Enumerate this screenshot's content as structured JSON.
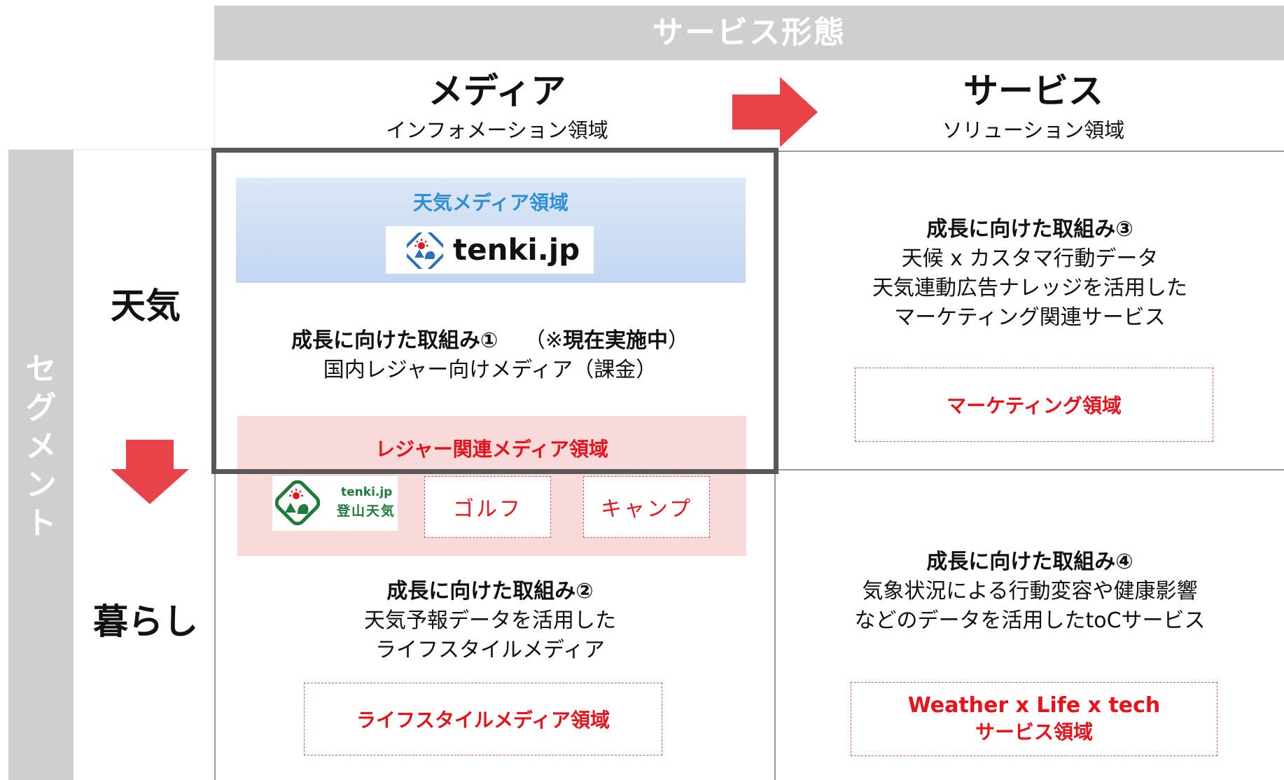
{
  "header": {
    "band_label": "サービス形態"
  },
  "segment": {
    "label_chars": [
      "セ",
      "グ",
      "メ",
      "ン",
      "ト"
    ]
  },
  "columns": {
    "media": {
      "title": "メディア",
      "subtitle": "インフォメーション領域"
    },
    "service": {
      "title": "サービス",
      "subtitle": "ソリューション領域"
    }
  },
  "rows": {
    "weather": "天気",
    "living": "暮らし"
  },
  "weather_media": {
    "label": "天気メディア領域",
    "logo_text": "tenki.jp"
  },
  "initiative1": {
    "title": "成長に向けた取組み①",
    "note_open": "（※",
    "note_bold": "現在実施中",
    "note_close": "）",
    "desc": "国内レジャー向けメディア（課金）"
  },
  "leisure_media": {
    "label": "レジャー関連メディア領域",
    "logo_line1": "tenki.jp",
    "logo_line2": "登山天気",
    "golf": "ゴルフ",
    "camp": "キャンプ"
  },
  "initiative2": {
    "title": "成長に向けた取組み②",
    "line1": "天気予報データを活用した",
    "line2": "ライフスタイルメディア",
    "box": "ライフスタイルメディア領域"
  },
  "initiative3": {
    "title": "成長に向けた取組み③",
    "line1": "天候 x カスタマ行動データ",
    "line2": "天気連動広告ナレッジを活用した",
    "line3": "マーケティング関連サービス",
    "box": "マーケティング領域"
  },
  "initiative4": {
    "title": "成長に向けた取組み④",
    "line1": "気象状況による行動変容や健康影響",
    "line2": "などのデータを活用したtoCサービス",
    "box_line1": "Weather x Life x  tech",
    "box_line2": "サービス領域"
  },
  "colors": {
    "band_gray": "#d0cfcf",
    "arrow_red": "#e84348",
    "accent_red": "#e8121b",
    "weather_blue_label": "#2e8fd6",
    "weather_bg_top": "#dce7f7",
    "weather_bg_bottom": "#c3d6f1",
    "leisure_bg": "#f9dadb",
    "frame_dark": "#585858",
    "logo_green": "#1f7a3c"
  },
  "icons": [
    "right-arrow-icon",
    "down-arrow-icon",
    "tenki-logo-icon",
    "tozan-logo-icon"
  ]
}
